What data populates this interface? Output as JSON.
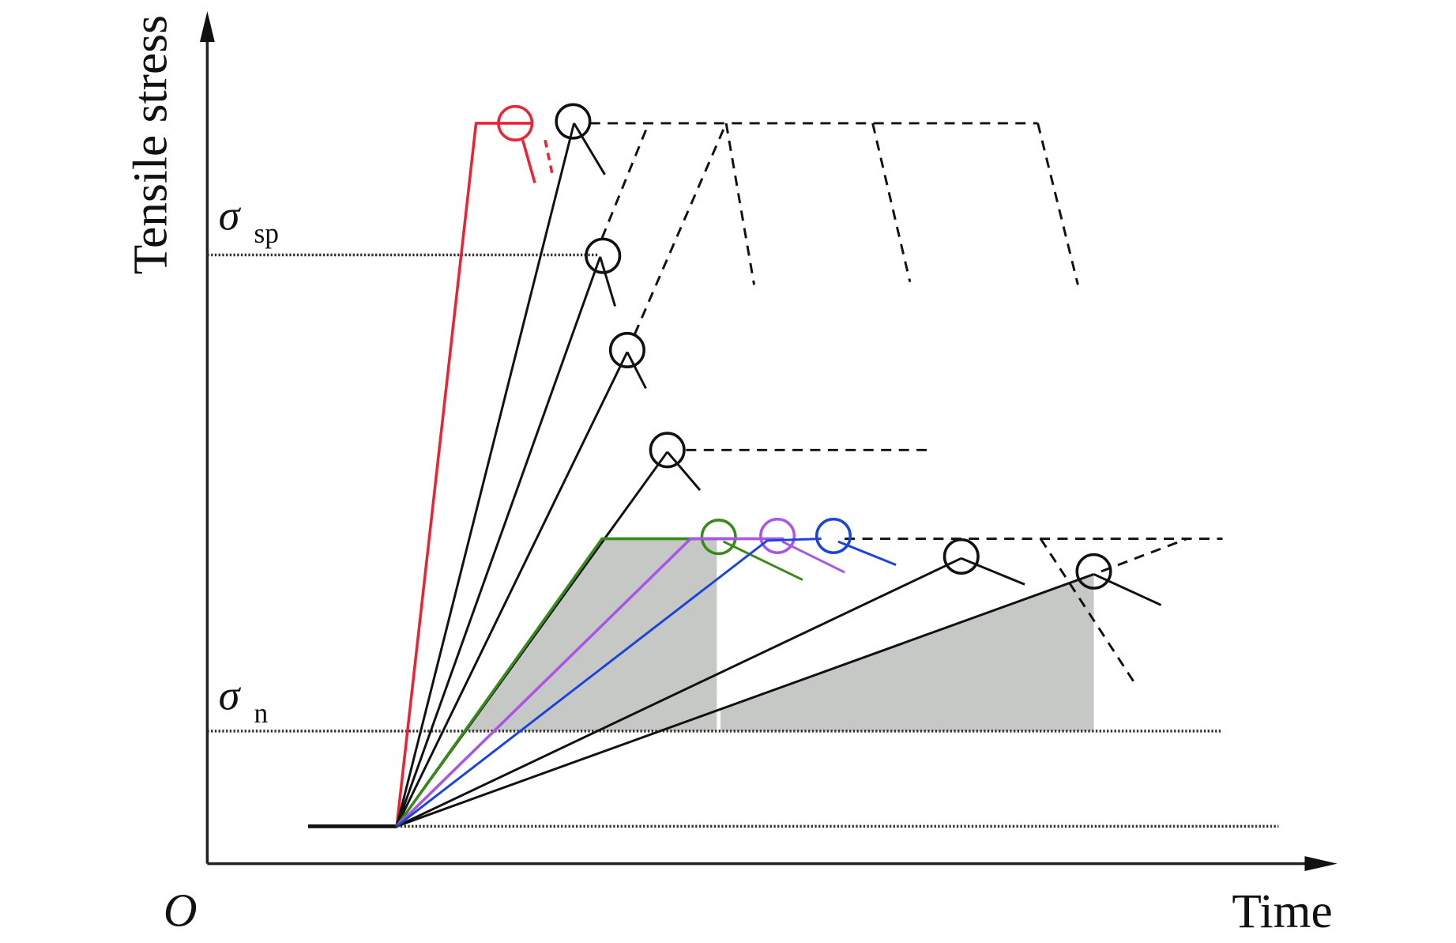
{
  "diagram": {
    "y_axis_label": "Tensile stress",
    "x_axis_label": "Time",
    "origin_label": "O",
    "sigma_symbol": "σ",
    "sigma_sp_subscript": "sp",
    "sigma_n_subscript": "n",
    "colors": {
      "red": "#ee2233",
      "green": "#3a8a1a",
      "purple": "#a855e8",
      "blue": "#1a44dd",
      "black": "#111111",
      "shade": "#c6c8c5"
    }
  }
}
